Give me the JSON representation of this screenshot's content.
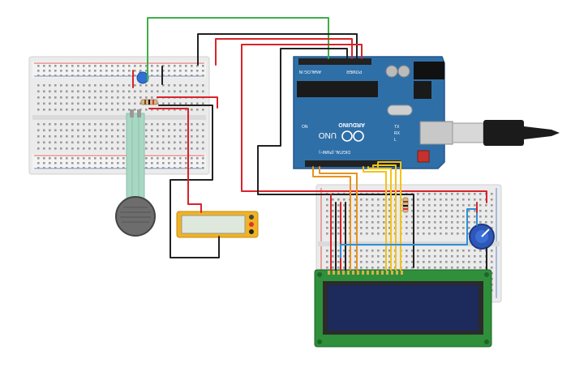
{
  "arduino": {
    "brand": "ARDUINO",
    "model": "UNO",
    "power_header": "POWER",
    "analog_header": "ANALOG IN",
    "digital_header": "DIGITAL (PWM~)",
    "tx_label": "TX",
    "rx_label": "RX",
    "l_label": "L",
    "on_label": "ON"
  },
  "multimeter": {
    "reading": ""
  },
  "lcd": {
    "line1": "",
    "line2": "",
    "pin_count": 16
  },
  "colors": {
    "board": "#2f6fa8",
    "board_dark": "#24578a",
    "breadboard": "#e9e9e9",
    "rail_red": "#d33",
    "rail_blue": "#3a6fc4",
    "wire_red": "#d9232a",
    "wire_black": "#222222",
    "wire_green": "#3fae49",
    "wire_orange": "#e8921c",
    "wire_yellow": "#f2c318",
    "wire_blue": "#2f8fd6",
    "lcd_pcb": "#2f8f3a",
    "lcd_screen": "#1d2a5c",
    "multimeter_body": "#f0b323",
    "sensor": "#6d6d6d",
    "usb_cable": "#1b1b1b"
  }
}
